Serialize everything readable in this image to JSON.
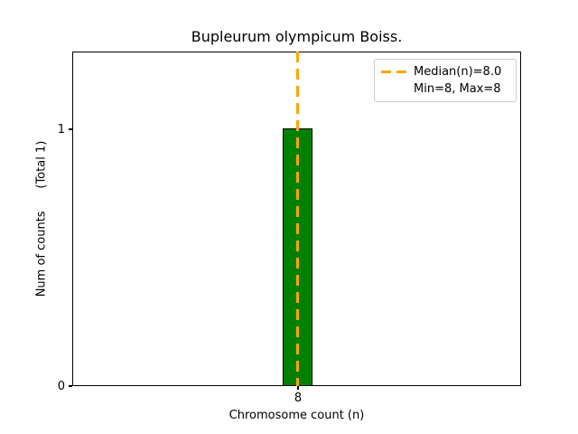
{
  "figure": {
    "title": "Bupleurum olympicum Boiss."
  },
  "axes": {
    "xlabel": "Chromosome count (n)",
    "ylabel": "Num of counts      (Total 1)",
    "xticks": [
      {
        "label": "8"
      }
    ],
    "yticks": [
      {
        "label": "0"
      },
      {
        "label": "1"
      }
    ]
  },
  "legend": {
    "median_label": "Median(n)=8.0",
    "minmax_label": "Min=8, Max=8"
  },
  "colors": {
    "bar_fill": "#008000",
    "bar_edge": "#000000",
    "median_line": "#FFA500",
    "legend_border": "#cccccc",
    "text": "#000000",
    "background": "#ffffff"
  },
  "chart_data": {
    "type": "bar",
    "title": "Bupleurum olympicum Boiss.",
    "xlabel": "Chromosome count (n)",
    "ylabel": "Num of counts (Total 1)",
    "categories": [
      8
    ],
    "values": [
      1
    ],
    "total_counts": 1,
    "median_n": 8.0,
    "min_n": 8,
    "max_n": 8,
    "xticks": [
      8
    ],
    "yticks": [
      0,
      1
    ],
    "ylim": [
      0,
      1.3
    ],
    "grid": false,
    "legend_position": "upper right",
    "legend_entries": [
      "Median(n)=8.0",
      "Min=8, Max=8"
    ],
    "bar_color": "#008000",
    "bar_edge_color": "#000000",
    "median_line": {
      "x": 8,
      "style": "dashed",
      "color": "#FFA500"
    }
  }
}
